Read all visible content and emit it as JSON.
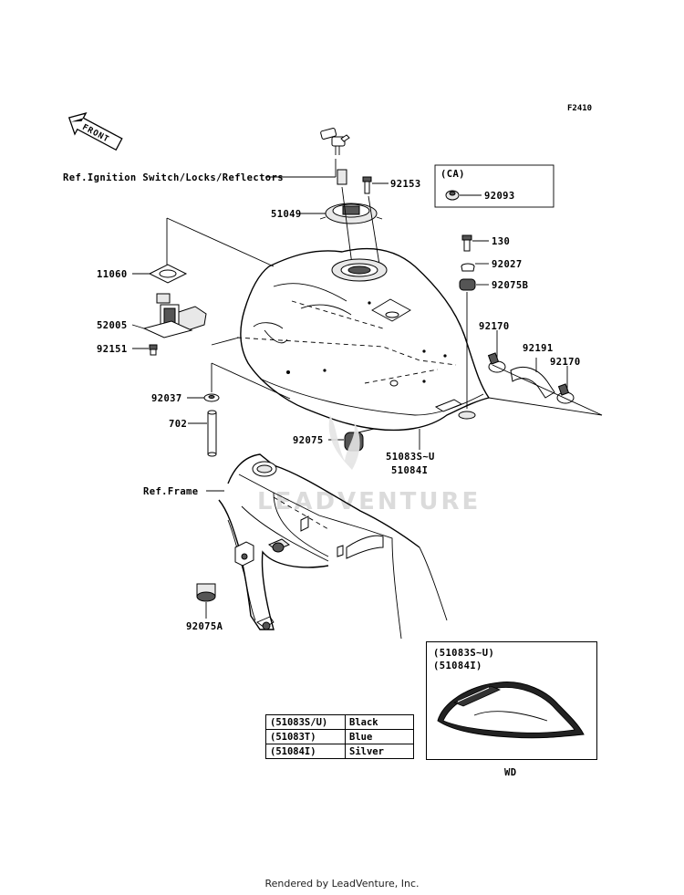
{
  "figure_code": "F2410",
  "front_label": "FRONT",
  "refs": {
    "ignition": "Ref.Ignition Switch/Locks/Reflectors",
    "frame": "Ref.Frame"
  },
  "ca_box": {
    "title": "(CA)",
    "part": "92093"
  },
  "parts": {
    "p92153": "92153",
    "p51049": "51049",
    "p130": "130",
    "p92027": "92027",
    "p92075B": "92075B",
    "p11060": "11060",
    "p52005": "52005",
    "p92151": "92151",
    "p92170a": "92170",
    "p92191": "92191",
    "p92170b": "92170",
    "p92037": "92037",
    "p702": "702",
    "p92075": "92075",
    "p51083": "51083S~U",
    "p51084": "51084I",
    "p92075A": "92075A"
  },
  "color_table": [
    {
      "code": "(51083S/U)",
      "color": "Black"
    },
    {
      "code": "(51083T)",
      "color": "Blue"
    },
    {
      "code": "(51084I)",
      "color": "Silver"
    }
  ],
  "wd_box": {
    "line1": "(51083S~U)",
    "line2": "(51084I)",
    "caption": "WD"
  },
  "watermark": "LEADVENTURE",
  "footer": "Rendered by LeadVenture, Inc."
}
